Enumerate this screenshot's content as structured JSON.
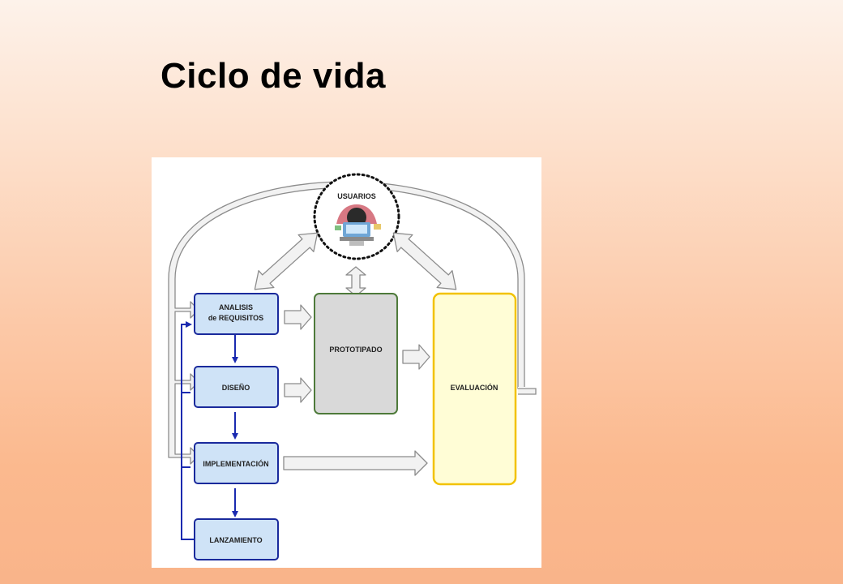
{
  "slide": {
    "title": "Ciclo de vida"
  },
  "diagram": {
    "nodes": {
      "usuarios": "USUARIOS",
      "analisis_line1": "ANALISIS",
      "analisis_line2": "de REQUISITOS",
      "diseno": "DISEÑO",
      "implementacion": "IMPLEMENTACIÓN",
      "lanzamiento": "LANZAMIENTO",
      "prototipado": "PROTOTIPADO",
      "evaluacion": "EVALUACIÓN"
    },
    "icons": {
      "usuarios_picture": "user-at-computer-icon"
    },
    "colors": {
      "phase_fill": "#cfe3f7",
      "phase_border": "#1a2a9c",
      "prototype_fill": "#d9d9d9",
      "prototype_border": "#4e7a3a",
      "evaluation_fill": "#fffdd6",
      "evaluation_border": "#f2c200",
      "connector_blue": "#1a2ab0",
      "arrow_gray": "#8c8c8c"
    }
  }
}
